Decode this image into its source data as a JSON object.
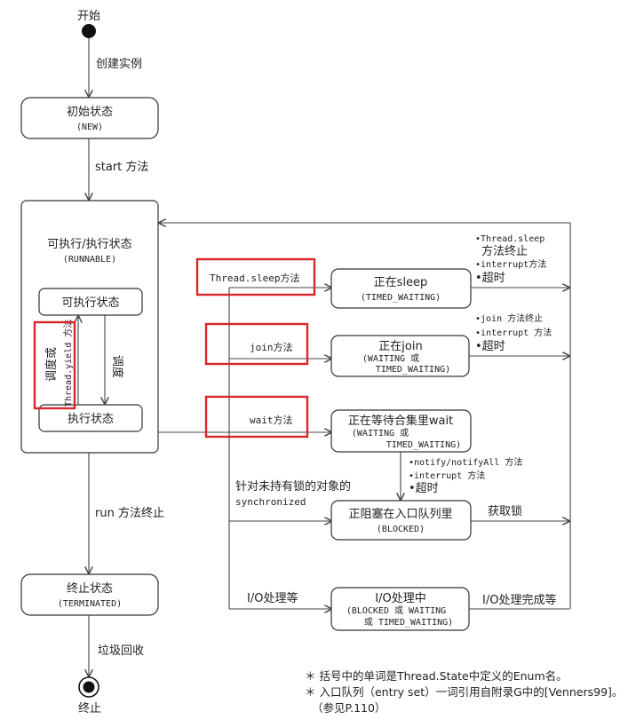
{
  "start_label": "开始",
  "end_label": "终止",
  "edges": {
    "create": "创建实例",
    "start_method": "start 方法",
    "run_end": "run 方法终止",
    "gc": "垃圾回收",
    "schedule": "调度",
    "schedule_or": "调度或",
    "thread_yield": "Thread.yield 方法"
  },
  "states": {
    "new": {
      "title": "初始状态",
      "sub": "(NEW)"
    },
    "runnable": {
      "title": "可执行/执行状态",
      "sub": "(RUNNABLE)"
    },
    "ready": {
      "title": "可执行状态"
    },
    "running": {
      "title": "执行状态"
    },
    "terminated": {
      "title": "终止状态",
      "sub": "(TERMINATED)"
    },
    "sleep": {
      "title": "正在sleep",
      "sub": "(TIMED_WAITING)"
    },
    "join": {
      "title": "正在join",
      "sub1": "(WAITING 或",
      "sub2": "TIMED_WAITING)"
    },
    "wait": {
      "title": "正在等待合集里wait",
      "sub1": "(WAITING 或",
      "sub2": "TIMED_WAITING)"
    },
    "blocked": {
      "title": "正阻塞在入口队列里",
      "sub": "(BLOCKED)"
    },
    "io": {
      "title": "I/O处理中",
      "sub1": "(BLOCKED 或 WAITING",
      "sub2": "或 TIMED_WAITING)"
    }
  },
  "transitions": {
    "sleep_method": "Thread.sleep方法",
    "join_method": "join方法",
    "wait_method": "wait方法",
    "sync1": "针对未持有锁的对象的",
    "sync2": "synchronized",
    "io_wait": "I/O处理等",
    "sleep_end1": "•Thread.sleep",
    "sleep_end2": "方法终止",
    "sleep_end3": "•interrupt方法",
    "sleep_end4": "•超时",
    "join_end1": "•join 方法终止",
    "join_end2": "•interrupt 方法",
    "join_end3": "•超时",
    "notify1": "•notify/notifyAll 方法",
    "notify2": "•interrupt 方法",
    "notify3": "•超时",
    "acquire_lock": "获取锁",
    "io_done": "I/O处理完成等"
  },
  "notes": [
    "＊ 括号中的单词是Thread.State中定义的Enum名。",
    "＊ 入口队列（entry set）一词引用自附录G中的[Venners99]。",
    "（参见P.110）"
  ]
}
